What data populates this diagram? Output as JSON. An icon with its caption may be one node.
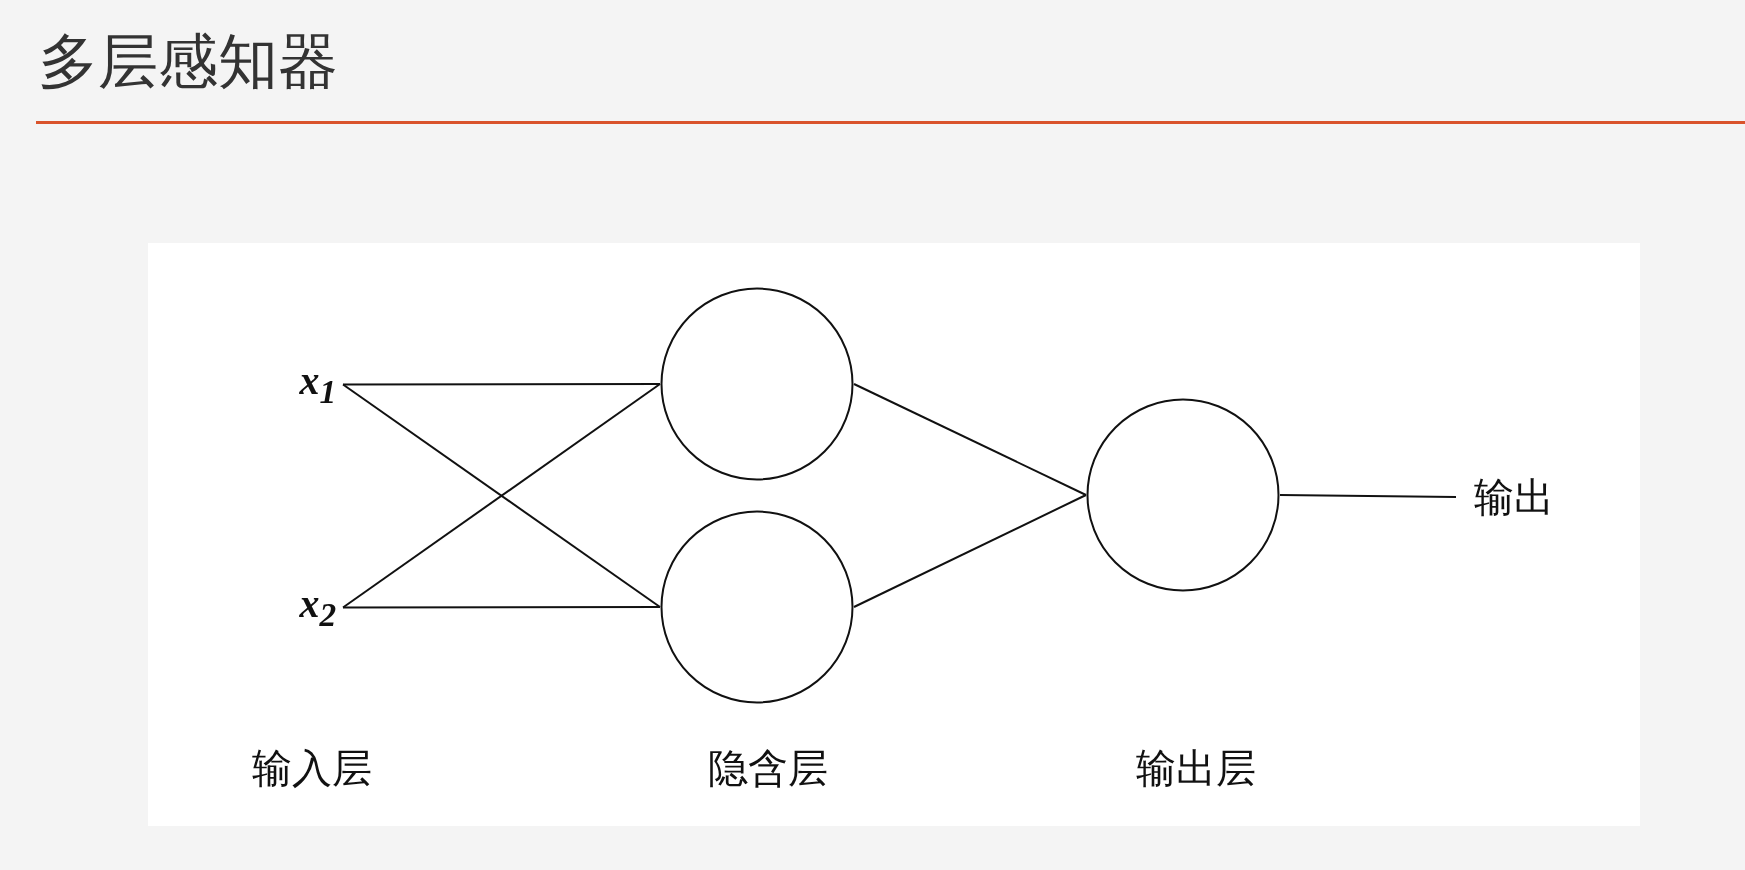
{
  "diagram": {
    "title": "多层感知器",
    "nodes": [
      {
        "text": [
          "x$_{1}$"
        ]
      },
      {
        "text": [
          "x$_{2}$"
        ]
      },
      {
        "text": [],
        "shape": "circle"
      },
      {
        "text": [],
        "shape": "circle"
      },
      {
        "text": [],
        "shape": "circle"
      },
      {
        "text": [
          "输出"
        ]
      }
    ],
    "edges": [
      {
        "from": 0,
        "to": 2,
        "arrow": "none"
      },
      {
        "from": 0,
        "to": 3,
        "arrow": "none"
      },
      {
        "from": 1,
        "to": 2,
        "arrow": "none"
      },
      {
        "from": 1,
        "to": 3,
        "arrow": "none"
      },
      {
        "from": 2,
        "to": 4,
        "arrow": "none"
      },
      {
        "from": 3,
        "to": 4,
        "arrow": "none"
      },
      {
        "from": 4,
        "to": 5,
        "arrow": "none"
      }
    ],
    "labels": [
      "输入层",
      "隐含层",
      "输出层"
    ]
  }
}
